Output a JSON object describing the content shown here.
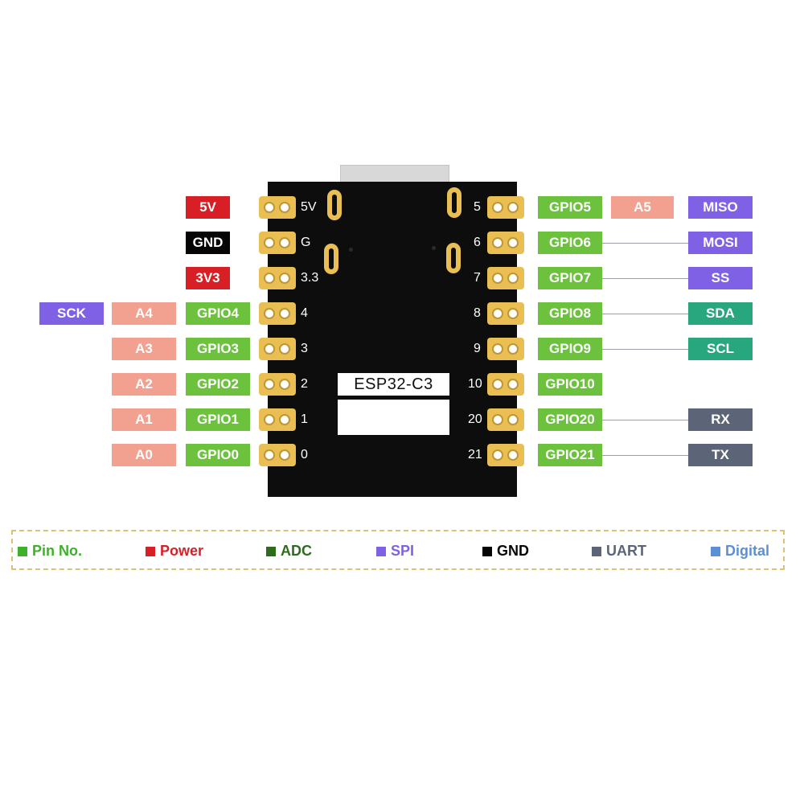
{
  "board": {
    "chip_label": "ESP32-C3"
  },
  "left_pins": [
    {
      "no": "5V",
      "labels": [
        {
          "text": "5V",
          "kind": "power"
        }
      ]
    },
    {
      "no": "G",
      "labels": [
        {
          "text": "GND",
          "kind": "gnd"
        }
      ]
    },
    {
      "no": "3.3",
      "labels": [
        {
          "text": "3V3",
          "kind": "power"
        }
      ]
    },
    {
      "no": "4",
      "labels": [
        {
          "text": "GPIO4",
          "kind": "gpio"
        },
        {
          "text": "A4",
          "kind": "adc"
        },
        {
          "text": "SCK",
          "kind": "spi"
        }
      ]
    },
    {
      "no": "3",
      "labels": [
        {
          "text": "GPIO3",
          "kind": "gpio"
        },
        {
          "text": "A3",
          "kind": "adc"
        }
      ]
    },
    {
      "no": "2",
      "labels": [
        {
          "text": "GPIO2",
          "kind": "gpio"
        },
        {
          "text": "A2",
          "kind": "adc"
        }
      ]
    },
    {
      "no": "1",
      "labels": [
        {
          "text": "GPIO1",
          "kind": "gpio"
        },
        {
          "text": "A1",
          "kind": "adc"
        }
      ]
    },
    {
      "no": "0",
      "labels": [
        {
          "text": "GPIO0",
          "kind": "gpio"
        },
        {
          "text": "A0",
          "kind": "adc"
        }
      ]
    }
  ],
  "right_pins": [
    {
      "no": "5",
      "gpio": "GPIO5",
      "extra": [
        {
          "text": "A5",
          "kind": "adc",
          "slot": "mid"
        },
        {
          "text": "MISO",
          "kind": "spi",
          "slot": "far"
        }
      ]
    },
    {
      "no": "6",
      "gpio": "GPIO6",
      "extra": [
        {
          "text": "MOSI",
          "kind": "spi",
          "slot": "far"
        }
      ]
    },
    {
      "no": "7",
      "gpio": "GPIO7",
      "extra": [
        {
          "text": "SS",
          "kind": "spi",
          "slot": "far"
        }
      ]
    },
    {
      "no": "8",
      "gpio": "GPIO8",
      "extra": [
        {
          "text": "SDA",
          "kind": "i2c",
          "slot": "far"
        }
      ]
    },
    {
      "no": "9",
      "gpio": "GPIO9",
      "extra": [
        {
          "text": "SCL",
          "kind": "i2c",
          "slot": "far"
        }
      ]
    },
    {
      "no": "10",
      "gpio": "GPIO10",
      "extra": []
    },
    {
      "no": "20",
      "gpio": "GPIO20",
      "extra": [
        {
          "text": "RX",
          "kind": "uart",
          "slot": "far"
        }
      ]
    },
    {
      "no": "21",
      "gpio": "GPIO21",
      "extra": [
        {
          "text": "TX",
          "kind": "uart",
          "slot": "far"
        }
      ]
    }
  ],
  "legend": [
    {
      "text": "Pin No.",
      "color": "#3fb02a"
    },
    {
      "text": "Power",
      "color": "#d91f26"
    },
    {
      "text": "ADC",
      "color": "#2f6b1f"
    },
    {
      "text": "SPI",
      "color": "#7f61e6"
    },
    {
      "text": "GND",
      "color": "#050505"
    },
    {
      "text": "UART",
      "color": "#5c6477"
    },
    {
      "text": "Digital",
      "color": "#5b8fd6"
    }
  ]
}
